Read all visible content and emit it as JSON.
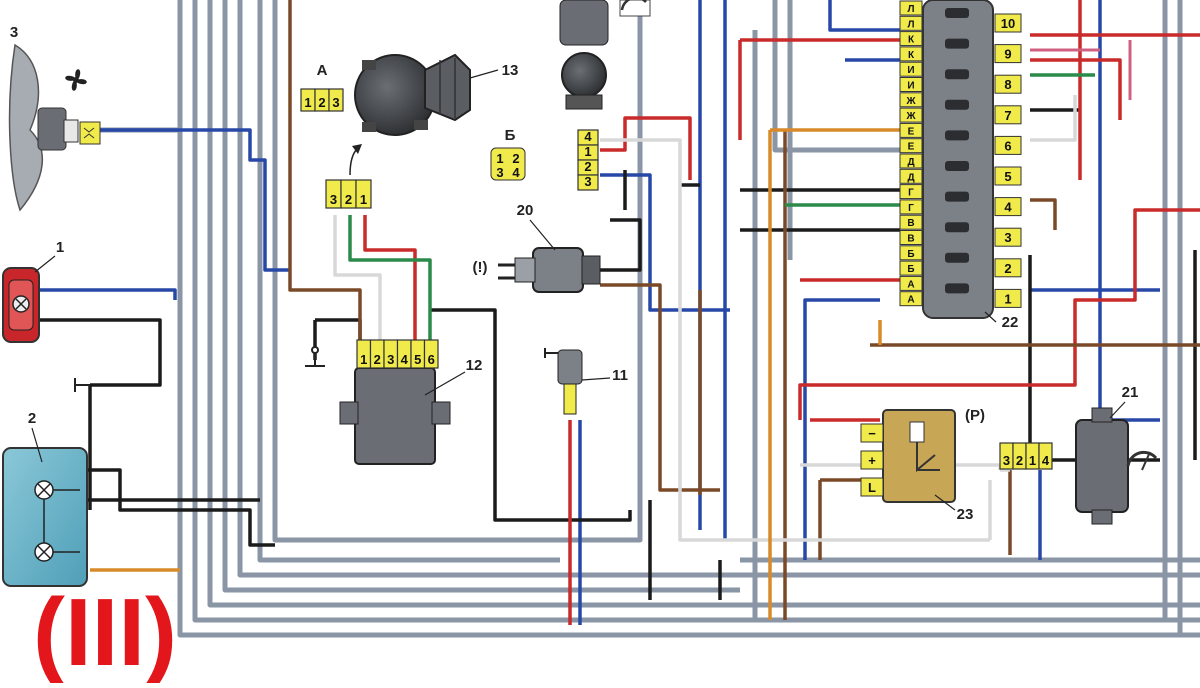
{
  "colors": {
    "background": "#ffffff",
    "wire_gray": "#8a96a6",
    "wire_black": "#1b1b1b",
    "wire_blue": "#2848a8",
    "wire_red": "#c92a2a",
    "wire_brown": "#7a4a28",
    "wire_green": "#2c8a4a",
    "wire_white": "#eeeeee",
    "wire_orange": "#d88a2a",
    "wire_pink": "#d06080",
    "connector_yellow": "#f0ea4a",
    "component_gray": "#6a6e74",
    "section_mark": "#e3161b"
  },
  "section_mark": "(III)",
  "component_numbers": {
    "c1": "1",
    "c2": "2",
    "c3": "3",
    "c11": "11",
    "c12": "12",
    "c13": "13",
    "c20": "20",
    "c21": "21",
    "c22": "22",
    "c23": "23"
  },
  "connector_letters": {
    "a": "А",
    "b": "Б"
  },
  "pins": {
    "conn_a": [
      "1",
      "2",
      "3"
    ],
    "conn_b": [
      "1",
      "2",
      "3",
      "4"
    ],
    "conn_321": [
      "3",
      "2",
      "1"
    ],
    "block12": [
      "1",
      "2",
      "3",
      "4",
      "5",
      "6"
    ],
    "conn20": [
      "4",
      "1",
      "2",
      "3"
    ],
    "conn21": [
      "3",
      "2",
      "1",
      "4"
    ],
    "relay23": [
      "−",
      "+",
      "L"
    ]
  },
  "fuse_block": {
    "left_letters": [
      "Л",
      "Л",
      "К",
      "К",
      "И",
      "И",
      "Ж",
      "Ж",
      "Е",
      "Е",
      "Д",
      "Д",
      "Г",
      "Г",
      "В",
      "В",
      "Б",
      "Б",
      "А",
      "А"
    ],
    "right_numbers": [
      "10",
      "9",
      "8",
      "7",
      "6",
      "5",
      "4",
      "3",
      "2",
      "1"
    ]
  },
  "symbols": {
    "brake": "(!)",
    "parking": "(P)"
  },
  "icons": [
    "fan-icon",
    "wiper-icon"
  ]
}
